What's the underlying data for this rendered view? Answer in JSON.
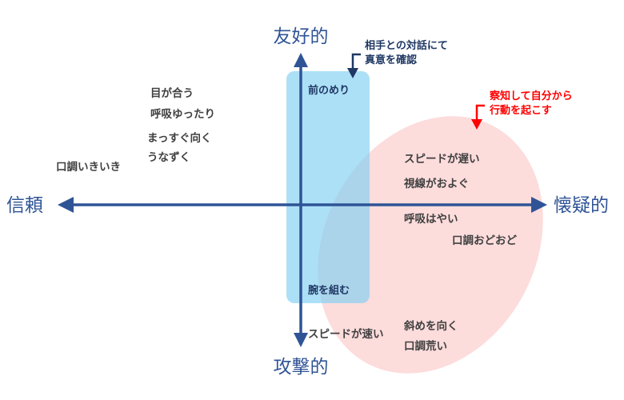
{
  "axes": {
    "top": "友好的",
    "bottom": "攻撃的",
    "left": "信頼",
    "right": "懐疑的"
  },
  "zones": {
    "blue": {
      "label_top": "前のめり",
      "label_bottom": "腕を組む",
      "color": "#a9dcf5"
    },
    "pink": {
      "color": "#fcd3d3"
    }
  },
  "annotations": {
    "blue_note": [
      "相手との対話にて",
      "真意を確認"
    ],
    "red_note": [
      "察知して自分から",
      "行動を起こす"
    ]
  },
  "behaviors": {
    "trust": [
      "目が合う",
      "呼吸ゆったり",
      "まっすぐ向く",
      "うなずく",
      "口調いきいき"
    ],
    "doubt": [
      "スピードが遅い",
      "視線がおよぐ",
      "呼吸はやい",
      "口調おどおど"
    ],
    "aggressive": [
      "スピードが速い",
      "斜めを向く",
      "口調荒い"
    ]
  },
  "colors": {
    "axis": "#2f5496",
    "note_arrow_blue": "#1f3864",
    "note_arrow_red": "#ff0000"
  }
}
